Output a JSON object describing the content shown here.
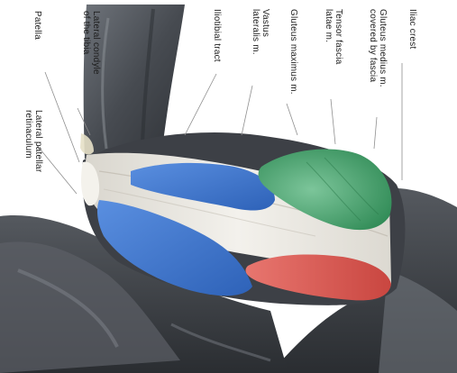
{
  "labels": {
    "iliac_crest": "Iliac crest",
    "gluteus_medius": "Gluteus medius m.\ncovered by fascia",
    "tensor_fasciae_latae": "Tensor fascia\nlatae m.",
    "gluteus_maximus": "Gluteus maximus m.",
    "vastus_lateralis": "Vastus\nlateralis m.",
    "iliotibial_tract": "Iliotibial tract",
    "lateral_condyle_tibia": "Lateral condyle\nof the tibia",
    "patella": "Patella",
    "lateral_patellar_retinaculum": "Lateral patellar\nretinaculum"
  },
  "colors": {
    "blue_region": "#3b73c9",
    "green_region": "#3c9a62",
    "red_region": "#d9534f",
    "body_grey": "#4b4f55",
    "tract_white": "#ece9e2"
  }
}
